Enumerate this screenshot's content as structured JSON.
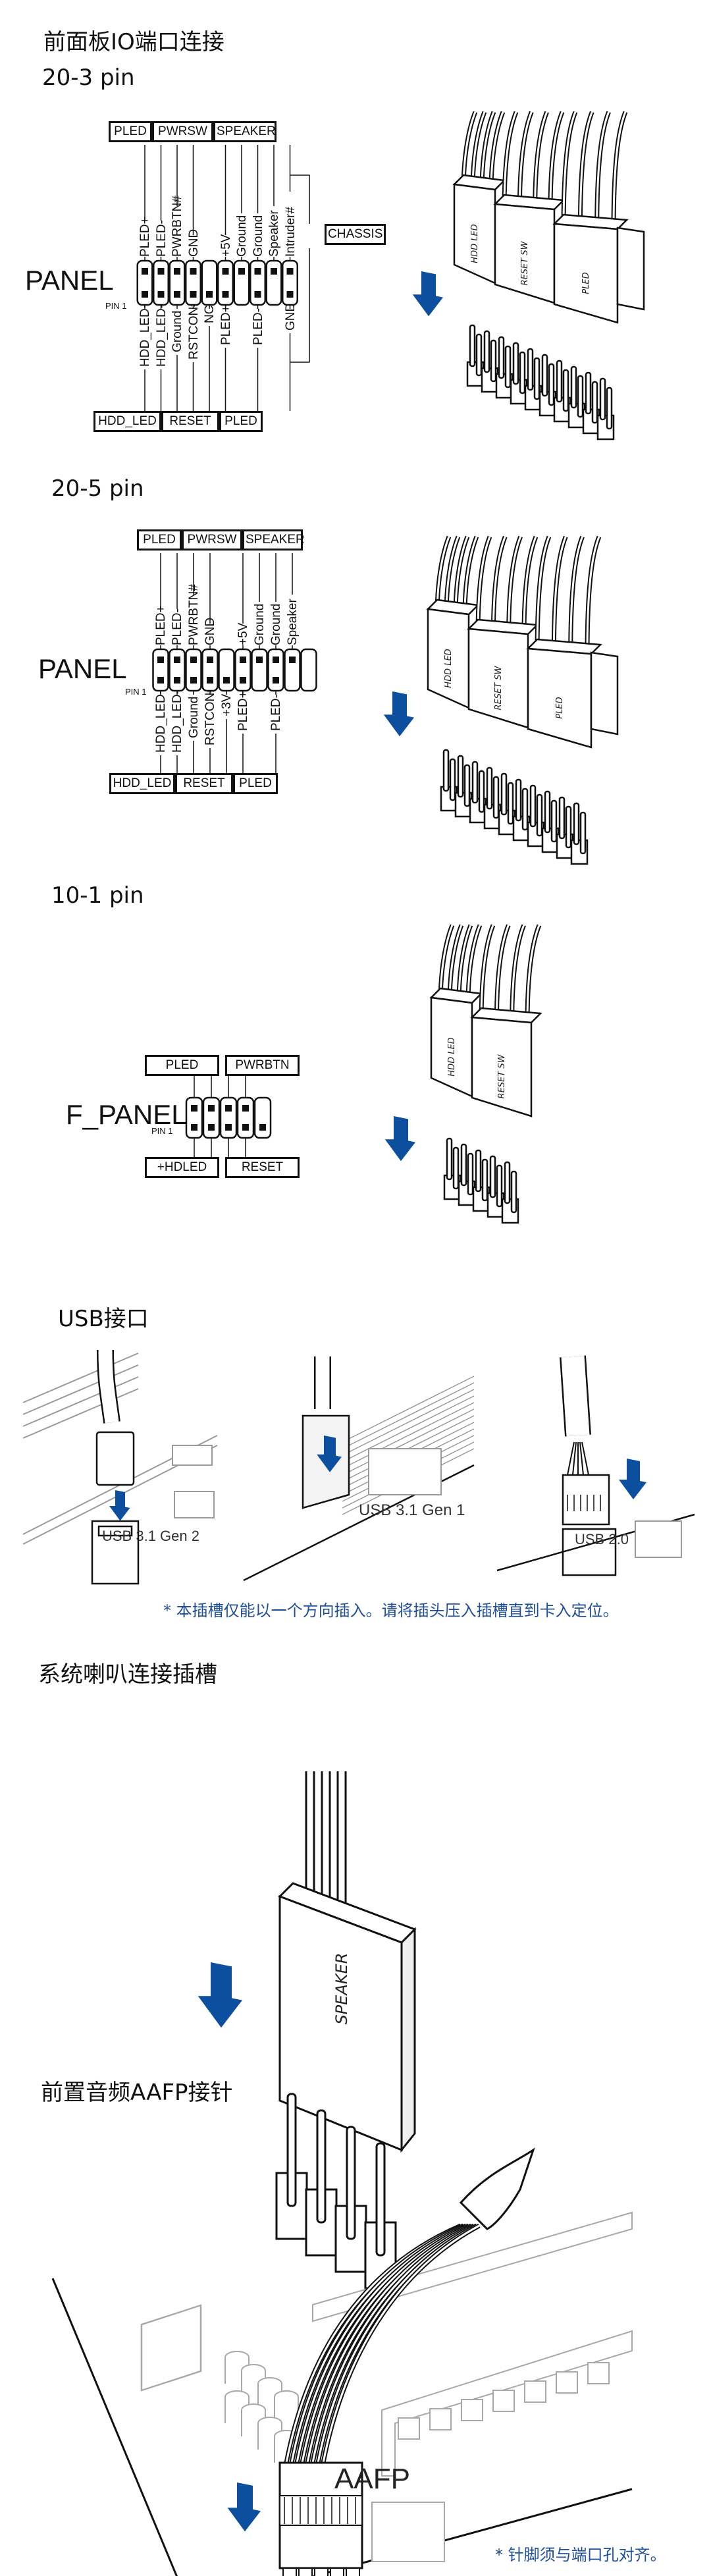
{
  "page_title": "前面板IO端口连接",
  "colors": {
    "accent_blue": "#0b4f9e",
    "note_blue": "#1f4f9a",
    "text": "#111111"
  },
  "sections": {
    "panel_20_3": {
      "heading": "20-3 pin",
      "header_name": "PANEL",
      "pin1_label": "PIN 1",
      "top_groups": [
        "PLED",
        "PWRSW",
        "SPEAKER"
      ],
      "side_group": "CHASSIS",
      "bottom_groups": [
        "HDD_LED",
        "RESET",
        "PLED"
      ],
      "top_pins": [
        "PLED+",
        "PLED-",
        "PWRBTN#",
        "GND",
        "",
        "+5V",
        "Ground",
        "Ground",
        "Speaker",
        "Intruder#"
      ],
      "bottom_pins": [
        "HDD_LED+",
        "HDD_LED-",
        "Ground",
        "RSTCON#",
        "NC",
        "PLED+",
        "",
        "PLED-",
        "",
        "GND"
      ],
      "connector_labels": [
        "HDD LED",
        "RESET SW",
        "PLED"
      ],
      "arrow_icon": "down-arrow-icon"
    },
    "panel_20_5": {
      "heading": "20-5 pin",
      "header_name": "PANEL",
      "pin1_label": "PIN 1",
      "top_groups": [
        "PLED",
        "PWRSW",
        "SPEAKER"
      ],
      "bottom_groups": [
        "HDD_LED",
        "RESET",
        "PLED"
      ],
      "top_pins": [
        "PLED+",
        "PLED-",
        "PWRBTN#",
        "GND",
        "",
        "+5V",
        "Ground",
        "Ground",
        "Speaker",
        ""
      ],
      "bottom_pins": [
        "HDD_LED+",
        "HDD_LED-",
        "Ground",
        "RSTCON#",
        "+3V",
        "PLED+",
        "",
        "PLED-",
        "",
        ""
      ],
      "connector_labels": [
        "HDD LED",
        "RESET SW",
        "PLED"
      ],
      "arrow_icon": "down-arrow-icon"
    },
    "panel_10_1": {
      "heading": "10-1 pin",
      "header_name": "F_PANEL",
      "pin1_label": "PIN 1",
      "top_groups": [
        "PLED",
        "PWRBTN"
      ],
      "bottom_groups": [
        "+HDLED",
        "RESET"
      ],
      "connector_labels": [
        "HDD LED",
        "RESET SW"
      ],
      "arrow_icon": "down-arrow-icon"
    },
    "usb": {
      "heading": "USB接口",
      "captions": [
        "USB 3.1 Gen 2",
        "USB 3.1 Gen 1",
        "USB 2.0"
      ],
      "note": "* 本插槽仅能以一个方向插入。请将插头压入插槽直到卡入定位。"
    },
    "speaker": {
      "heading": "系统喇叭连接插槽",
      "connector_label": "SPEAKER"
    },
    "aafp": {
      "heading": "前置音频AAFP接针",
      "label": "AAFP",
      "note": "* 针脚须与端口孔对齐。"
    }
  }
}
